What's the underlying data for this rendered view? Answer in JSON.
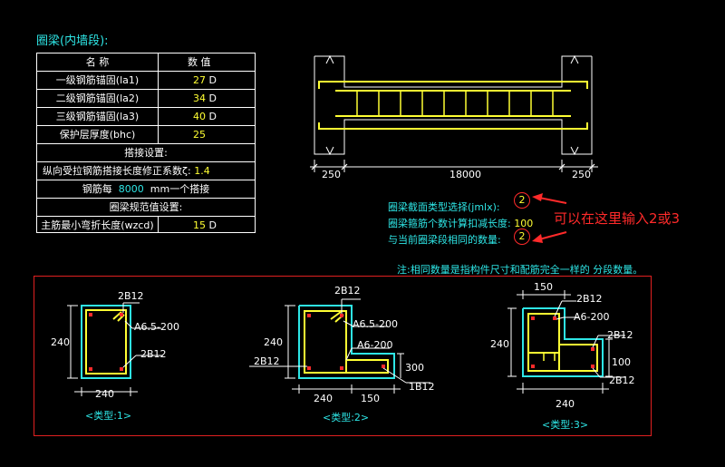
{
  "title": "圈梁(内墙段):",
  "table": {
    "header": {
      "name": "名  称",
      "value": "数  值"
    },
    "rows": [
      {
        "name": "一级钢筋锚固(la1)",
        "value": "27",
        "unit": "D"
      },
      {
        "name": "二级钢筋锚固(la2)",
        "value": "34",
        "unit": "D"
      },
      {
        "name": "三级钢筋锚固(la3)",
        "value": "40",
        "unit": "D"
      },
      {
        "name": "保护层厚度(bhc)",
        "value": "25",
        "unit": ""
      }
    ],
    "lap_title": "搭接设置:",
    "lap_factor_label": "纵向受拉钢筋搭接长度修正系数ζ:",
    "lap_factor_value": "1.4",
    "per_prefix": "钢筋每",
    "per_value": "8000",
    "per_suffix": "mm一个搭接",
    "spec_title": "圈梁规范值设置:",
    "bend_label": "主筋最小弯折长度(wzcd)",
    "bend_value": "15",
    "bend_unit": "D"
  },
  "elevation": {
    "dim_left": "250",
    "dim_mid": "18000",
    "dim_right": "250"
  },
  "settings": {
    "section_type_label": "圈梁截面类型选择(jmlx):",
    "section_type_value": "2",
    "stirrup_label": "圈梁箍筋个数计算扣减长度:",
    "stirrup_value": "100",
    "same_count_label": "与当前圈梁段相同的数量:",
    "same_count_value": "2",
    "annotation": "可以在这里输入2或3",
    "note": "注:相同数量是指构件尺寸和配筋完全一样的 分段数量。"
  },
  "sections": {
    "type1": {
      "caption": "<类型:1>",
      "top_bar": "2B12",
      "stirrup": "A6.5-200",
      "bottom_bar": "2B12",
      "height": "240",
      "width": "240"
    },
    "type2": {
      "caption": "<类型:2>",
      "top_bar": "2B12",
      "stirrup": "A6.5-200",
      "stirrup2": "A6-200",
      "left_bar": "2B12",
      "height": "240",
      "step_height": "300",
      "width": "240",
      "step_width": "150",
      "step_bar": "1B12"
    },
    "type3": {
      "caption": "<类型:3>",
      "top_width": "150",
      "top_bar": "2B12",
      "stirrup": "A6-200",
      "mid_bar": "2B12",
      "step_height": "100",
      "bottom_bar": "2B12",
      "height": "240",
      "width": "240"
    }
  },
  "colors": {
    "background": "#000000",
    "text_cyan": "#2ee6e6",
    "value_yellow": "#ffff33",
    "rebar_yellow": "#ffff33",
    "outline_cyan": "#2ee6e6",
    "frame_red": "#e02020",
    "marker_red": "#ff2a2a"
  }
}
